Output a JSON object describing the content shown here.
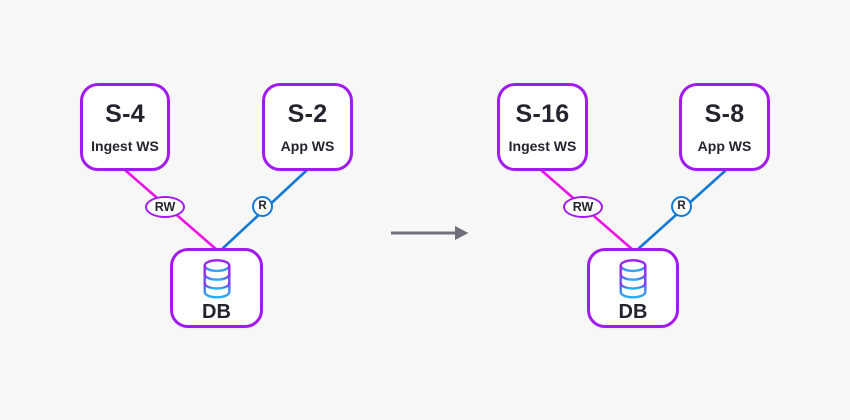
{
  "diagram": {
    "before": {
      "ingest": {
        "title": "S-4",
        "subtitle": "Ingest WS"
      },
      "app": {
        "title": "S-2",
        "subtitle": "App WS"
      },
      "db": {
        "label": "DB",
        "icon": "database-icon"
      },
      "write_badge": "RW",
      "read_badge": "R"
    },
    "after": {
      "ingest": {
        "title": "S-16",
        "subtitle": "Ingest WS"
      },
      "app": {
        "title": "S-8",
        "subtitle": "App WS"
      },
      "db": {
        "label": "DB",
        "icon": "database-icon"
      },
      "write_badge": "RW",
      "read_badge": "R"
    },
    "transition": {
      "icon": "arrow-right-icon",
      "direction": "right"
    }
  },
  "colors": {
    "background": "#F7F7F8",
    "node_border": "#A21AF0",
    "node_fill": "#FFFFFF",
    "text": "#23242E",
    "write_line": "#EC13E8",
    "read_line": "#1379D6",
    "arrow": "#70707C",
    "db_gradient_top": "#A818F0",
    "db_gradient_mid": "#5F5AF2",
    "db_gradient_bottom": "#28AEF5"
  }
}
